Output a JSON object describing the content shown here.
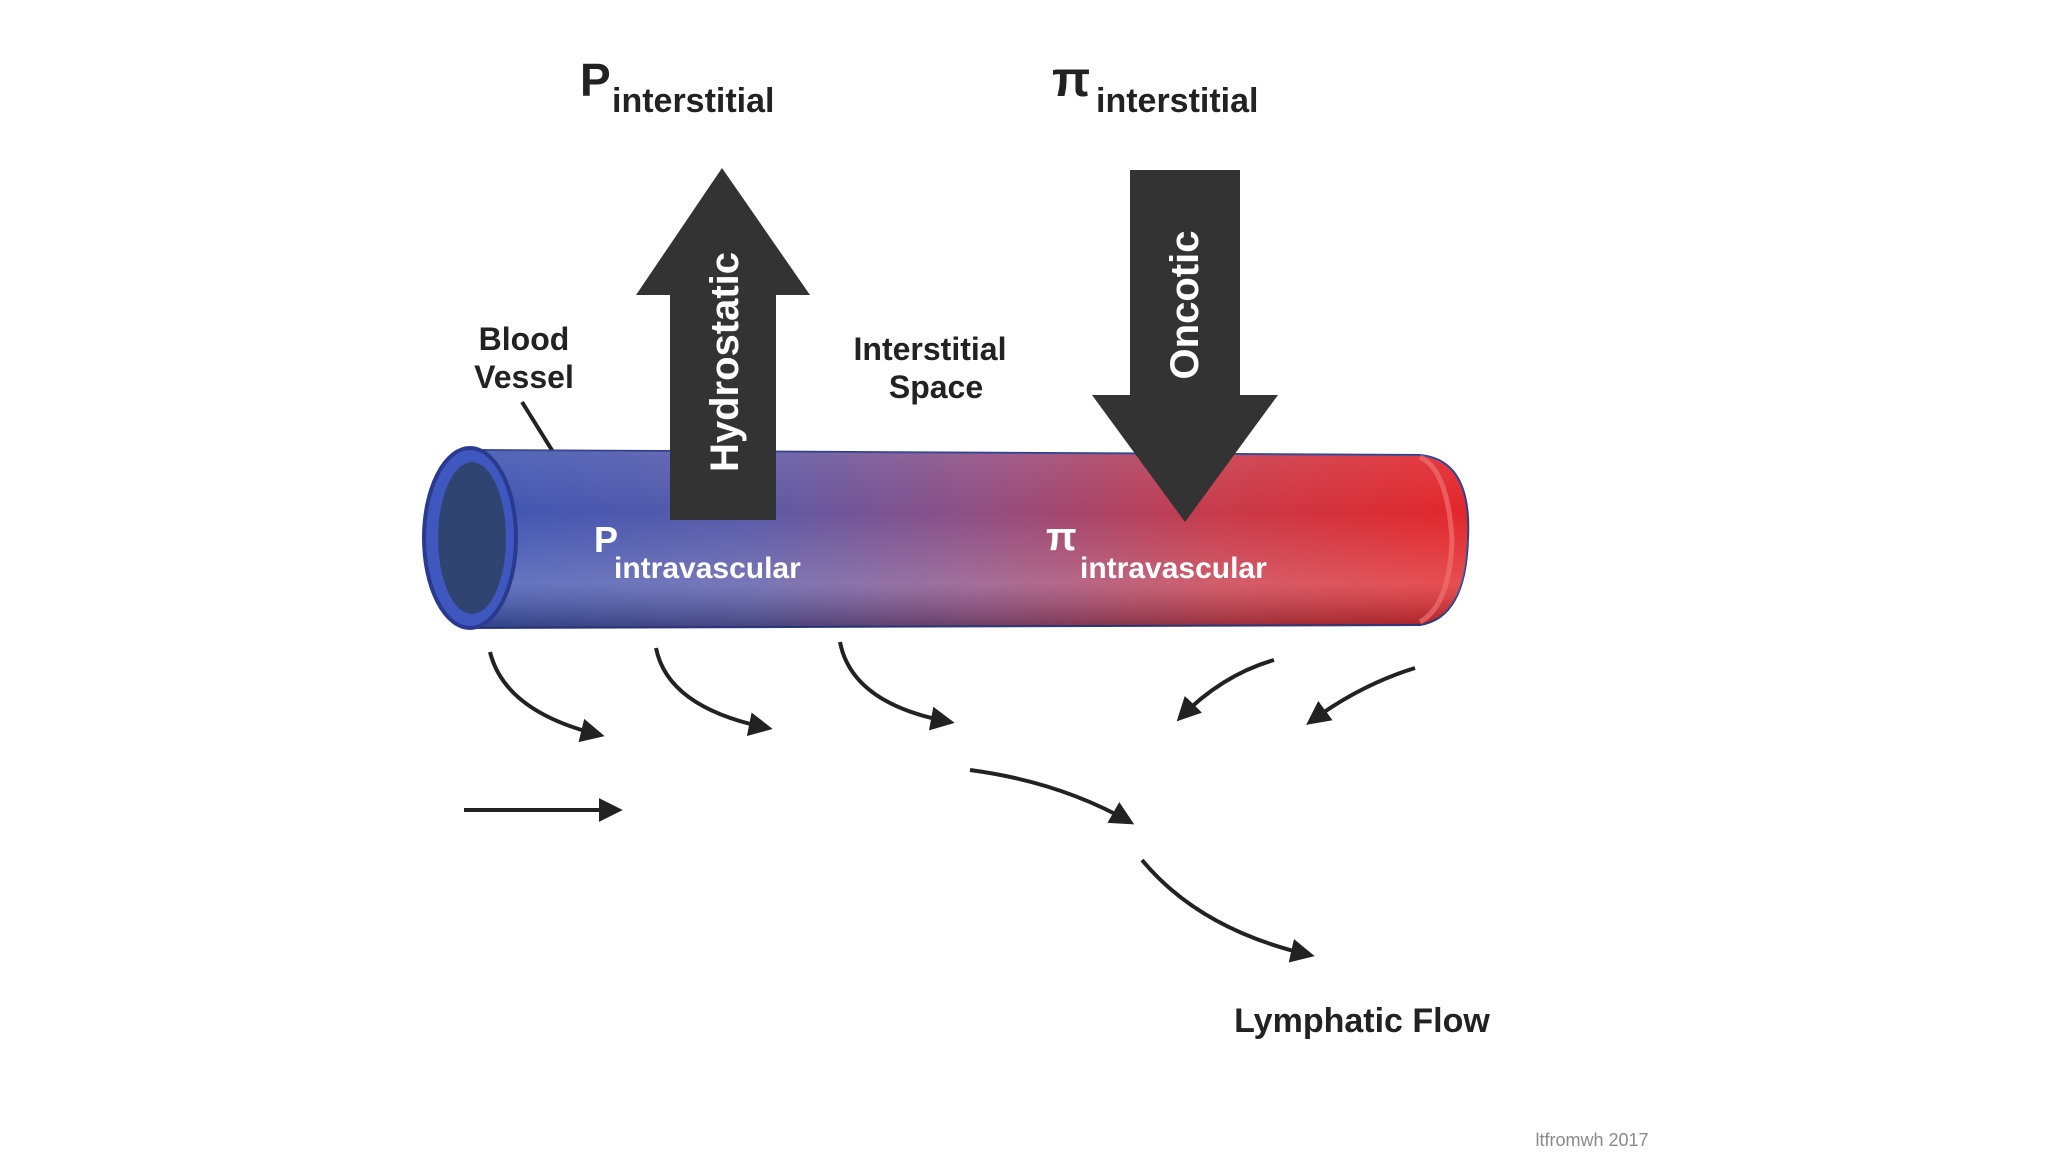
{
  "top_labels": {
    "p_symbol": "P",
    "p_subscript": "interstitial",
    "pi_symbol": "π",
    "pi_subscript": "interstitial"
  },
  "arrows": {
    "hydrostatic": "Hydrostatic",
    "oncotic": "Oncotic"
  },
  "region_labels": {
    "blood_vessel_line1": "Blood",
    "blood_vessel_line2": "Vessel",
    "interstitial_space_line1": "Interstitial",
    "interstitial_space_line2": "Space",
    "lymphatic_flow": "Lymphatic Flow"
  },
  "vessel_labels": {
    "p_symbol": "P",
    "p_subscript": "intravascular",
    "pi_symbol": "π",
    "pi_subscript": "intravascular"
  },
  "credit": "ltfromwh 2017",
  "colors": {
    "vessel_start": "#4a5fb8",
    "vessel_end": "#e02a2a",
    "arrow_fill": "#333333",
    "text": "#222222"
  }
}
